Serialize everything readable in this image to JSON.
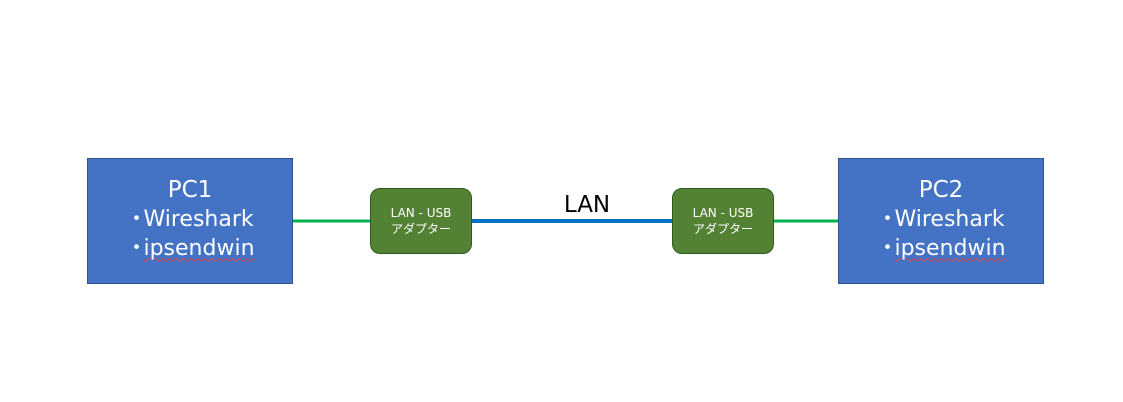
{
  "colors": {
    "pc_fill": "#4472c4",
    "adapter_fill": "#548235",
    "usb_link": "#00b050",
    "lan_link": "#0070c0"
  },
  "pc1": {
    "title": "PC1",
    "items": [
      "Wireshark",
      "ipsendwin"
    ],
    "bullet": "・"
  },
  "pc2": {
    "title": "PC2",
    "items": [
      "Wireshark",
      "ipsendwin"
    ],
    "bullet": "・"
  },
  "adapter1": {
    "line1": "LAN - USB",
    "line2": "アダプター"
  },
  "adapter2": {
    "line1": "LAN - USB",
    "line2": "アダプター"
  },
  "lan_label": "LAN"
}
